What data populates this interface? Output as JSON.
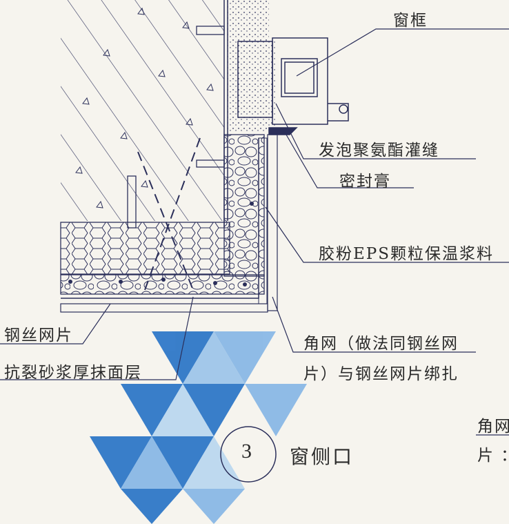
{
  "labels": {
    "window_frame": "窗框",
    "foam_pu": "发泡聚氨酯灌缝",
    "sealant": "密封膏",
    "eps_mortar": "胶粉EPS颗粒保温浆料",
    "corner_mesh_line1": "角网（做法同钢丝网",
    "corner_mesh_line2": "片）与钢丝网片绑扎",
    "wire_mesh": "钢丝网片",
    "crack_mortar": "抗裂砂浆厚抹面层",
    "cut_line1": "角网",
    "cut_line2": "片 ："
  },
  "detail": {
    "number": "3",
    "title": "窗侧口"
  },
  "colors": {
    "line": "#2b2f5a",
    "background": "#f6f4ee",
    "triangle_dark": "#2f78c8",
    "triangle_light": "#8ab8e6"
  }
}
